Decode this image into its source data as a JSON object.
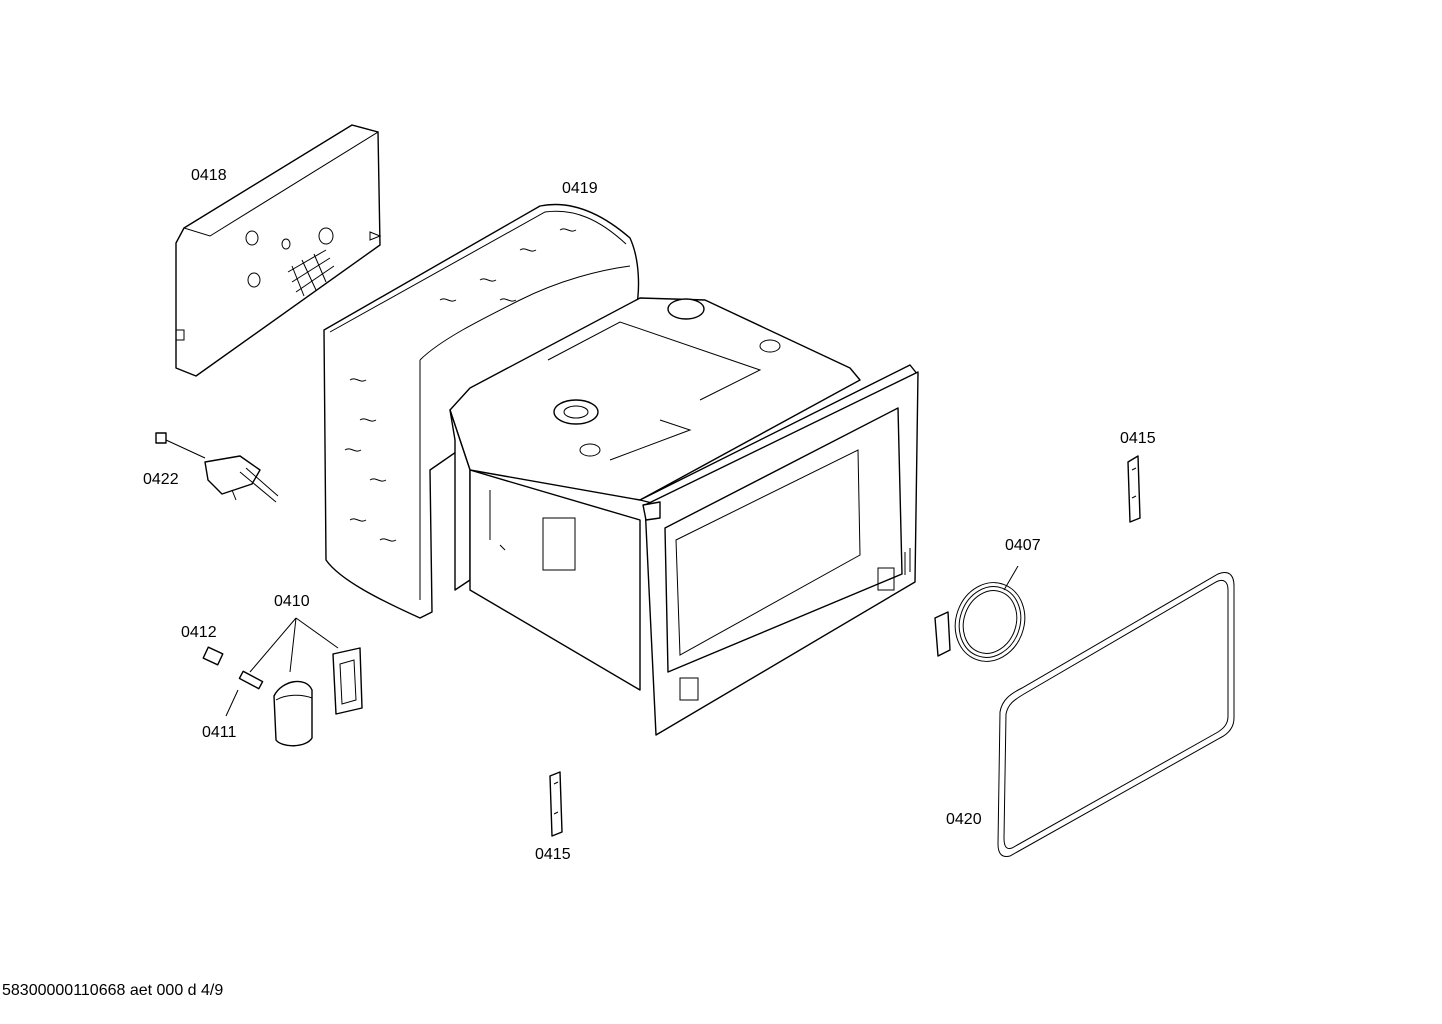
{
  "labels": {
    "p0418": "0418",
    "p0419": "0419",
    "p0422": "0422",
    "p0410": "0410",
    "p0412": "0412",
    "p0411": "0411",
    "p0415_right": "0415",
    "p0415_bottom": "0415",
    "p0407": "0407",
    "p0420": "0420"
  },
  "footer": {
    "document_code": "58300000110668 aet 000 d 4/9"
  }
}
